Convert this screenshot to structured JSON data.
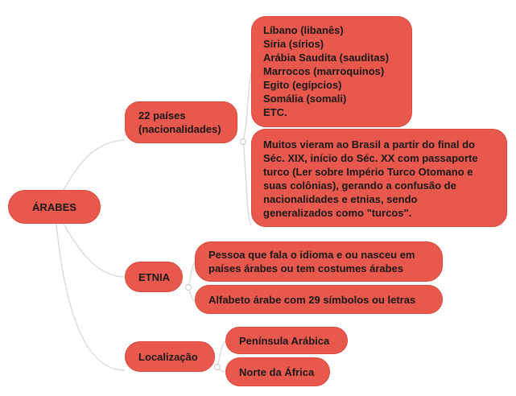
{
  "mindmap": {
    "root": "ÁRABES",
    "branches": [
      {
        "label": "22 países\n(nacionalidades)",
        "children": [
          "Líbano (libanês)\nSíria (sírios)\nArábia Saudita (sauditas)\nMarrocos (marroquinos)\nEgito (egípcios)\nSomália (somali)\nETC.",
          "Muitos vieram ao Brasil a partir do final do\nSéc. XIX, início do Séc. XX com passaporte\nturco (Ler sobre Império Turco Otomano e\nsuas colônias), gerando a confusão de\nnacionalidades e etnias, sendo\ngeneralizados como \"turcos\"."
        ]
      },
      {
        "label": "ETNIA",
        "children": [
          "Pessoa que fala o idioma e ou nasceu em\npaíses árabes ou tem costumes árabes",
          "Alfabeto árabe com 29 símbolos ou letras"
        ]
      },
      {
        "label": "Localização",
        "children": [
          "Península Arábica",
          "Norte da África"
        ]
      }
    ]
  },
  "colors": {
    "node_fill": "#e8584c",
    "connector": "#d9dde0"
  }
}
